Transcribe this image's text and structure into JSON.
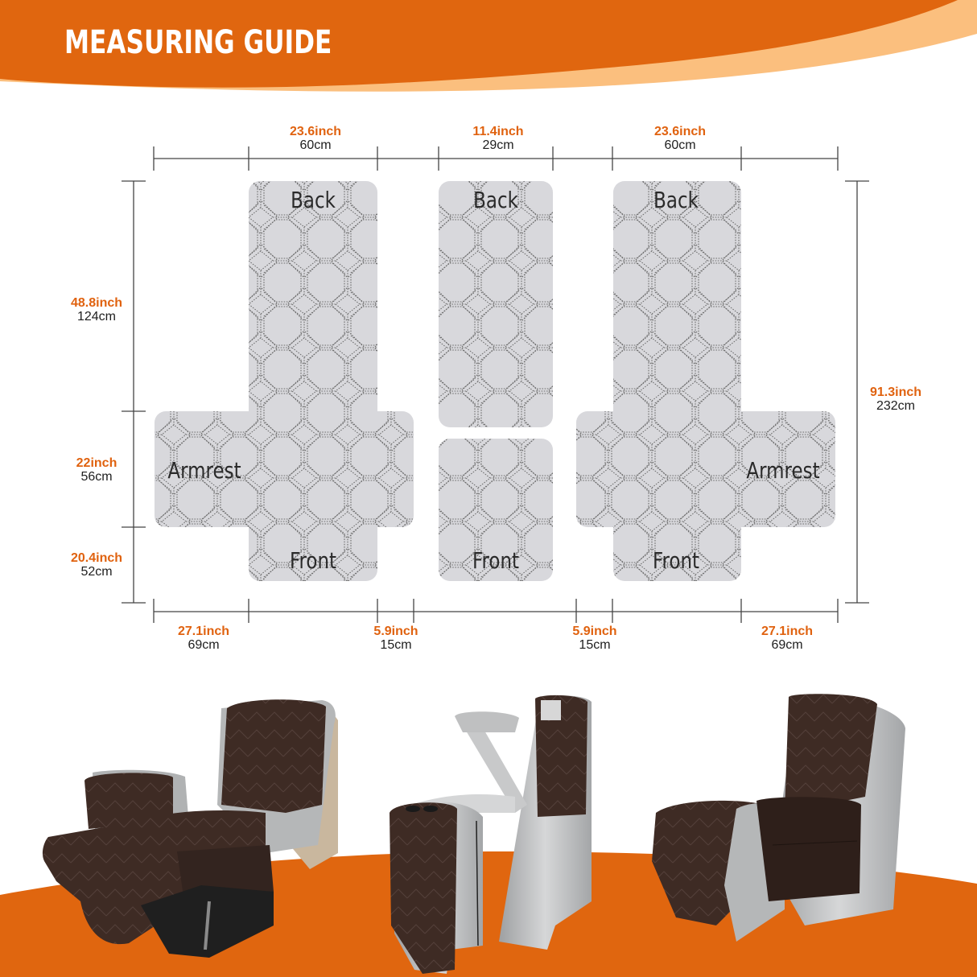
{
  "header": {
    "title": "MEASURING GUIDE",
    "colors": {
      "primary": "#e0660f",
      "secondary": "#fbbf7e",
      "text": "#ffffff"
    }
  },
  "diagram": {
    "top_dimensions": [
      {
        "inch": "23.6inch",
        "cm": "60cm"
      },
      {
        "inch": "11.4inch",
        "cm": "29cm"
      },
      {
        "inch": "23.6inch",
        "cm": "60cm"
      }
    ],
    "left_dimensions": [
      {
        "inch": "48.8inch",
        "cm": "124cm"
      },
      {
        "inch": "22inch",
        "cm": "56cm"
      },
      {
        "inch": "20.4inch",
        "cm": "52cm"
      }
    ],
    "right_dimension": {
      "inch": "91.3inch",
      "cm": "232cm"
    },
    "bottom_dimensions": [
      {
        "inch": "27.1inch",
        "cm": "69cm"
      },
      {
        "inch": "5.9inch",
        "cm": "15cm"
      },
      {
        "inch": "5.9inch",
        "cm": "15cm"
      },
      {
        "inch": "27.1inch",
        "cm": "69cm"
      }
    ],
    "pieces": {
      "left": {
        "back": "Back",
        "armrest": "Armrest",
        "front": "Front"
      },
      "middle": {
        "back": "Back",
        "front": "Front"
      },
      "right": {
        "back": "Back",
        "armrest": "Armrest",
        "front": "Front"
      }
    },
    "colors": {
      "inch_text": "#e0620f",
      "cm_text": "#1e1e1e",
      "piece_fill": "#d8d8dc",
      "stitch": "#6a6a6a",
      "ruler": "#444444"
    }
  },
  "photos": {
    "items": [
      {
        "name": "recliner-with-cover-reclined"
      },
      {
        "name": "console-with-cover-open"
      },
      {
        "name": "recliner-with-cover-side-pocket"
      }
    ],
    "colors": {
      "floor": "#e0660f",
      "cover": "#3e2b24",
      "chair": "#b8babb"
    }
  }
}
